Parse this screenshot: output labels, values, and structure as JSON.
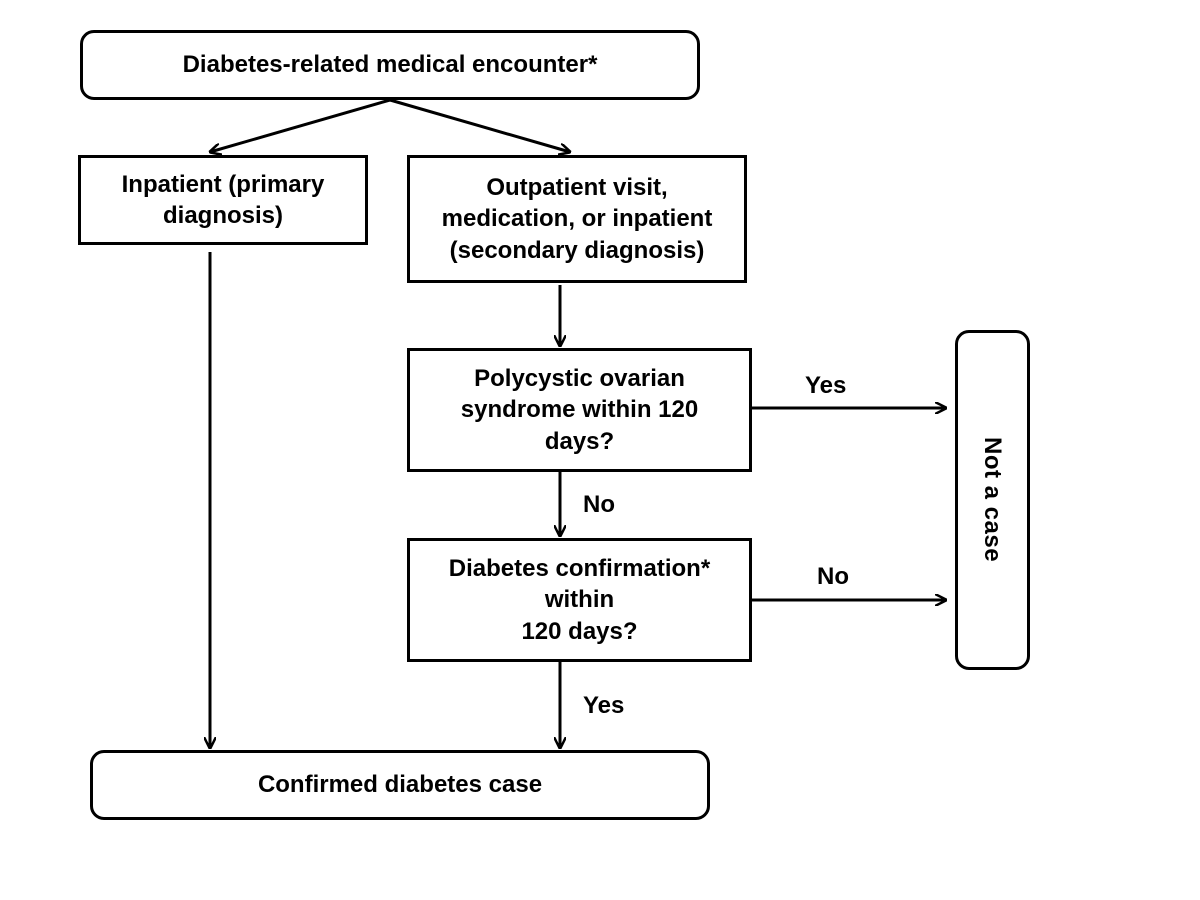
{
  "flowchart": {
    "start": "Diabetes-related medical encounter*",
    "inpatient_primary": "Inpatient (primary\ndiagnosis)",
    "outpatient": "Outpatient visit,\nmedication, or inpatient\n(secondary diagnosis)",
    "pcos_question": "Polycystic ovarian\nsyndrome within 120\ndays?",
    "confirmation_question": "Diabetes confirmation*\nwithin\n120 days?",
    "confirmed_case": "Confirmed diabetes case",
    "not_a_case": "Not a case"
  },
  "edge_labels": {
    "pcos_yes": "Yes",
    "pcos_no": "No",
    "confirmation_no": "No",
    "confirmation_yes": "Yes"
  },
  "colors": {
    "stroke": "#000000",
    "background": "#ffffff"
  }
}
